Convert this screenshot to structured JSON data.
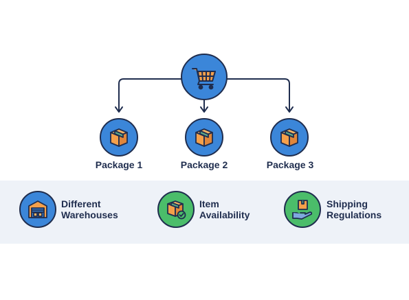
{
  "root": {
    "icon": "shopping-cart-icon"
  },
  "packages": [
    {
      "label": "Package 1",
      "icon": "package-box-icon"
    },
    {
      "label": "Package 2",
      "icon": "package-box-icon"
    },
    {
      "label": "Package 3",
      "icon": "package-box-icon"
    }
  ],
  "factors": [
    {
      "line1": "Different",
      "line2": "Warehouses",
      "icon": "warehouse-icon",
      "color": "#3b86d9"
    },
    {
      "line1": "Item",
      "line2": "Availability",
      "icon": "box-check-icon",
      "color": "#4bbd6a"
    },
    {
      "line1": "Shipping",
      "line2": "Regulations",
      "icon": "hand-box-icon",
      "color": "#4bbd6a"
    }
  ],
  "colors": {
    "blue": "#3b86d9",
    "green": "#4bbd6a",
    "outline": "#1f2d4e",
    "box": "#f5a04a",
    "box_dark": "#e0863a",
    "tape": "#5aa88a",
    "band": "#eef2f8"
  }
}
